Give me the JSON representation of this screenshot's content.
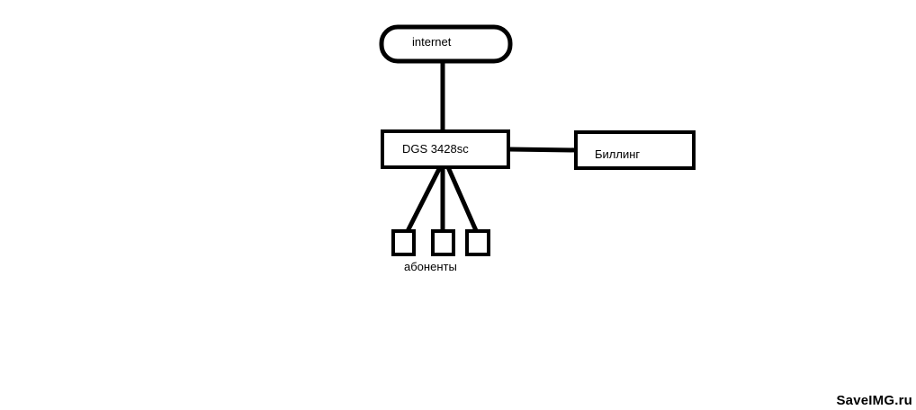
{
  "nodes": {
    "internet": {
      "label": "internet"
    },
    "switch": {
      "label": "DGS 3428sc"
    },
    "billing": {
      "label": "Биллинг"
    },
    "subscribers": {
      "label": "абоненты",
      "count": 3
    }
  },
  "edges": [
    {
      "from": "internet",
      "to": "switch"
    },
    {
      "from": "switch",
      "to": "billing"
    },
    {
      "from": "switch",
      "to": "subscriber-1"
    },
    {
      "from": "switch",
      "to": "subscriber-2"
    },
    {
      "from": "switch",
      "to": "subscriber-3"
    }
  ],
  "watermark": "SaveIMG.ru"
}
